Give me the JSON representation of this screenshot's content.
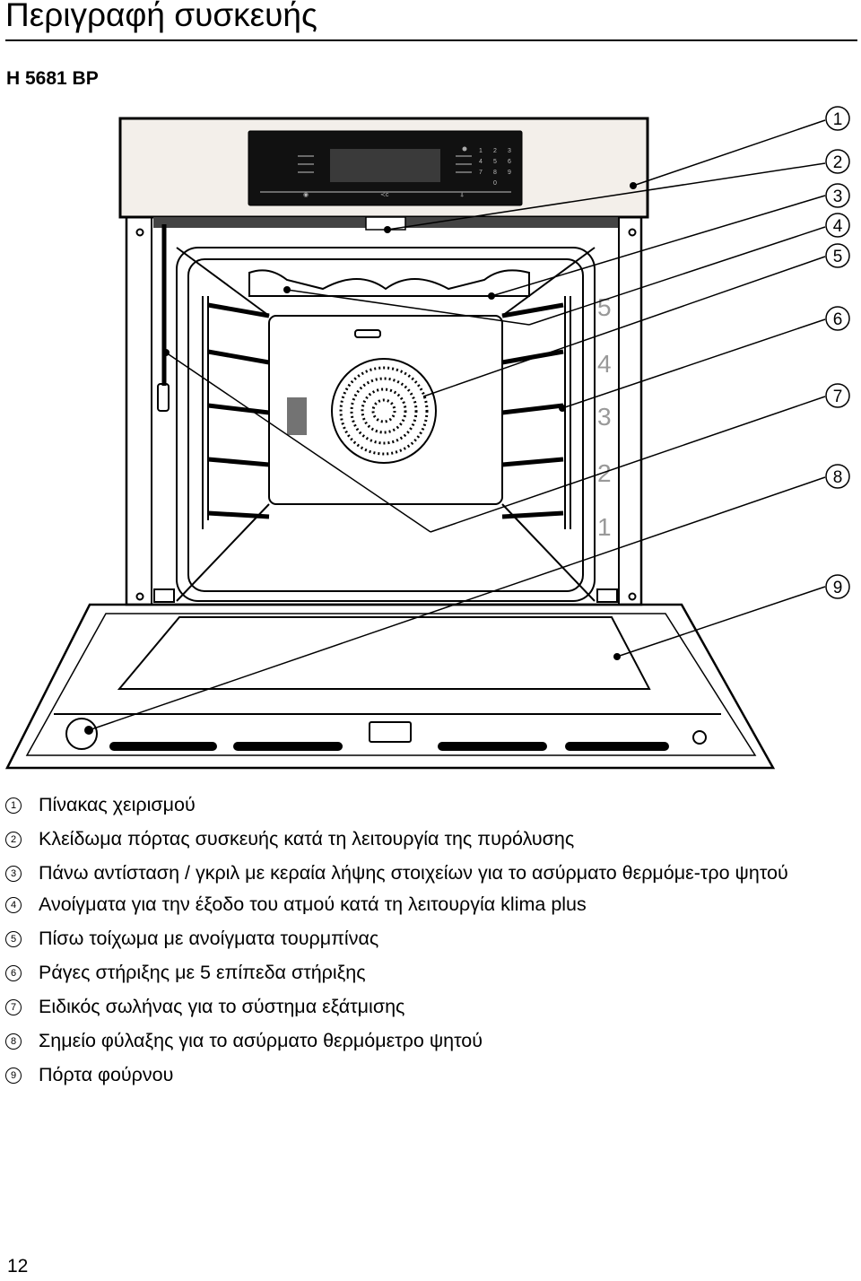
{
  "header": {
    "title": "Περιγραφή συσκευής"
  },
  "model": "H 5681 BP",
  "diagram": {
    "callouts": [
      "1",
      "2",
      "3",
      "4",
      "5",
      "6",
      "7",
      "8",
      "9"
    ],
    "shelf_levels": [
      "5",
      "4",
      "3",
      "2",
      "1"
    ],
    "control_panel": {
      "keypad": [
        "1",
        "2",
        "3",
        "4",
        "5",
        "6",
        "7",
        "8",
        "9",
        "0"
      ],
      "symbols": [
        "◉",
        "≺c",
        "⍋"
      ]
    }
  },
  "legend": [
    {
      "num": "1",
      "text": "Πίνακας χειρισμού"
    },
    {
      "num": "2",
      "text": "Κλείδωμα πόρτας συσκευής κατά τη λειτουργία της πυρόλυσης"
    },
    {
      "num": "3",
      "text": "Πάνω αντίσταση / γκριλ με κεραία λήψης στοιχείων για το ασύρματο θερμόμε-τρο ψητού"
    },
    {
      "num": "4",
      "text": "Ανοίγματα για την έξοδο του ατμού κατά τη λειτουργία klima plus"
    },
    {
      "num": "5",
      "text": "Πίσω τοίχωμα με ανοίγματα τουρμπίνας"
    },
    {
      "num": "6",
      "text": "Ράγες στήριξης με 5 επίπεδα στήριξης"
    },
    {
      "num": "7",
      "text": "Ειδικός σωλήνας για το σύστημα εξάτμισης"
    },
    {
      "num": "8",
      "text": "Σημείο φύλαξης για το ασύρματο θερμόμετρο ψητού"
    },
    {
      "num": "9",
      "text": "Πόρτα φούρνου"
    }
  ],
  "footer": {
    "page_number": "12"
  }
}
